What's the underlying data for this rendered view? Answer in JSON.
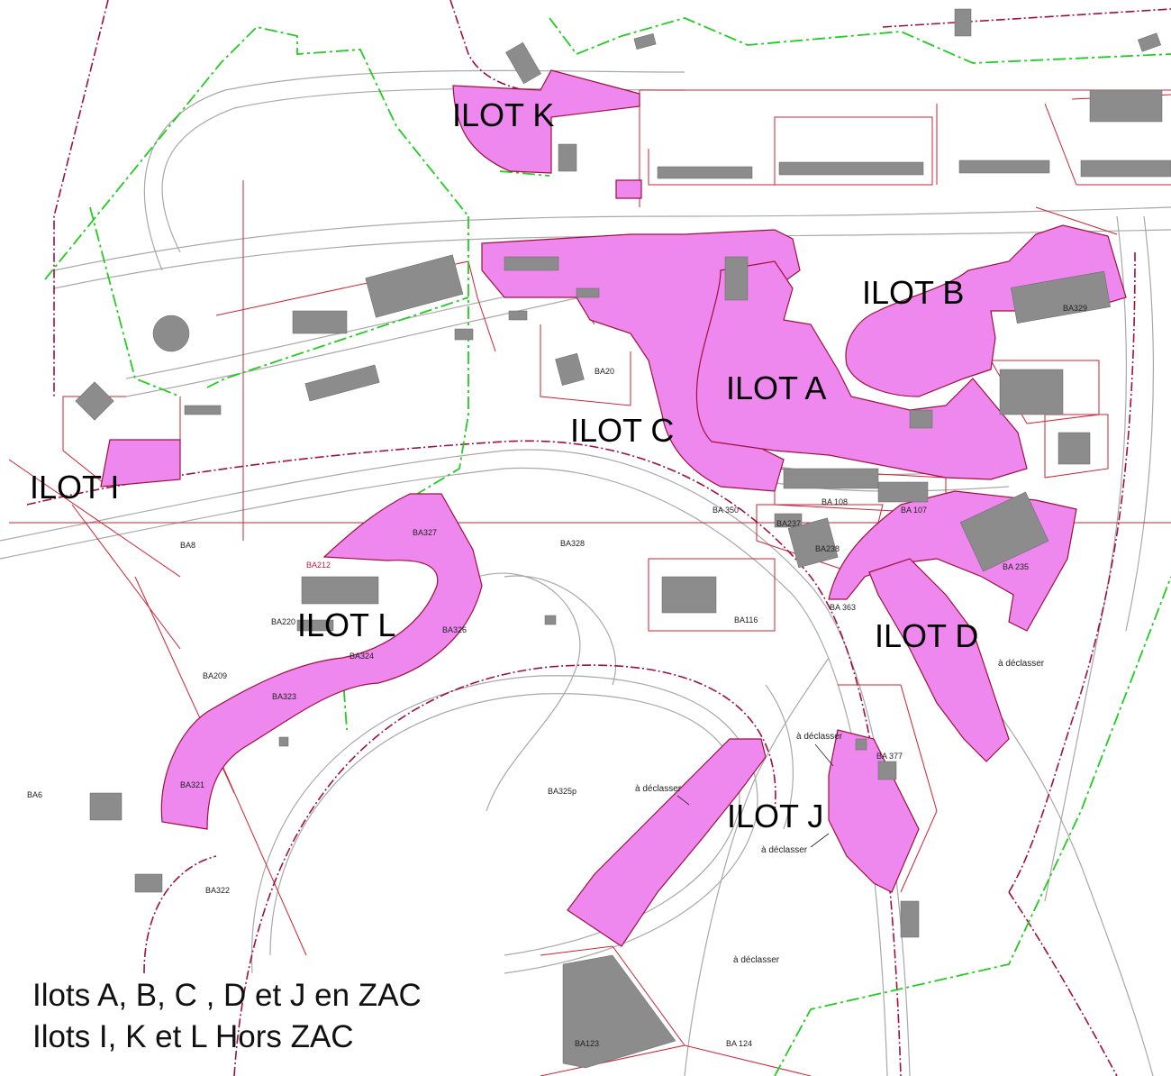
{
  "ilots": {
    "a": "ILOT A",
    "b": "ILOT B",
    "c": "ILOT C",
    "d": "ILOT D",
    "i": "ILOT I",
    "j": "ILOT J",
    "k": "ILOT K",
    "l": "ILOT L"
  },
  "parcels": {
    "ba8": "BA8",
    "ba6": "BA6",
    "ba327": "BA327",
    "ba328": "BA328",
    "ba326": "BA326",
    "ba324": "BA324",
    "ba323": "BA323",
    "ba321": "BA321",
    "ba322": "BA322",
    "ba220": "BA220",
    "ba209": "BA209",
    "ba212": "BA212",
    "ba325p": "BA325p",
    "ba123": "BA123",
    "ba124": "BA 124",
    "ba116": "BA116",
    "ba350": "BA 350",
    "ba108": "BA 108",
    "ba107": "BA 107",
    "ba237": "BA237",
    "ba238": "BA238",
    "ba235": "BA 235",
    "ba363": "BA 363",
    "ba20": "BA20",
    "ba329": "BA329",
    "ba377": "BA 377"
  },
  "notes": {
    "declasser_1": "à déclasser",
    "declasser_2": "à déclasser",
    "declasser_3": "à déclasser",
    "declasser_4": "à déclasser",
    "declasser_5": "à déclasser"
  },
  "legend": {
    "line1": "Ilots A, B, C , D et J en ZAC",
    "line2": "Ilots I, K et L Hors ZAC"
  },
  "colors": {
    "ilot_fill": "#ee88ee",
    "boundary_red": "#a0103a",
    "boundary_green": "#22cc22",
    "building_gray": "#8c8c8c",
    "road_line": "#9a9a9a"
  }
}
